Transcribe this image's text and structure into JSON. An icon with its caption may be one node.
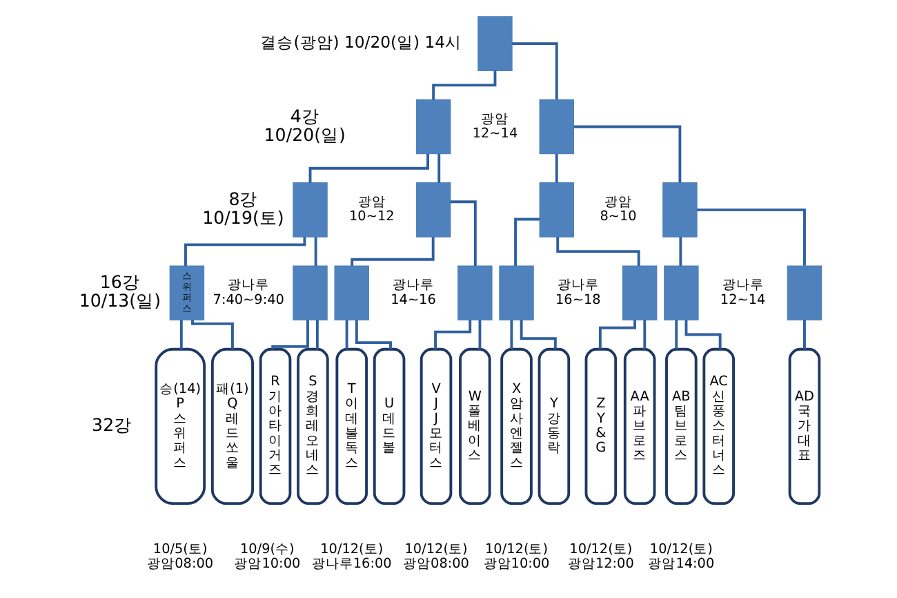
{
  "diagram": {
    "nodes": [
      {
        "text": [],
        "shape": "box",
        "beside": [
          "결승(광암) 10/20(일) 14시"
        ]
      },
      {
        "text": [],
        "shape": "box"
      },
      {
        "text": [],
        "shape": "box"
      },
      {
        "text": [],
        "shape": "box"
      },
      {
        "text": [],
        "shape": "box"
      },
      {
        "text": [],
        "shape": "box"
      },
      {
        "text": [],
        "shape": "box"
      },
      {
        "text": [
          "스위퍼스"
        ]
      },
      {
        "text": [],
        "shape": "box"
      },
      {
        "text": [],
        "shape": "box"
      },
      {
        "text": [],
        "shape": "box"
      },
      {
        "text": [],
        "shape": "box"
      },
      {
        "text": [],
        "shape": "box"
      },
      {
        "text": [],
        "shape": "box"
      },
      {
        "text": [],
        "shape": "box"
      },
      {
        "text": [
          "승(14)",
          "P",
          "스위퍼스"
        ]
      },
      {
        "text": [
          "패(1)",
          "Q",
          "레드쏘울"
        ]
      },
      {
        "text": [
          "R",
          "기아타이거즈"
        ]
      },
      {
        "text": [
          "S",
          "경희레오네스"
        ]
      },
      {
        "text": [
          "T",
          "이데불독스"
        ]
      },
      {
        "text": [
          "U",
          "데드볼"
        ]
      },
      {
        "text": [
          "V",
          "JJ모터스"
        ]
      },
      {
        "text": [
          "W",
          "풀베이스"
        ]
      },
      {
        "text": [
          "X",
          "암사엔젤스"
        ]
      },
      {
        "text": [
          "Y",
          "강동락"
        ]
      },
      {
        "text": [
          "Z",
          "Y&G"
        ]
      },
      {
        "text": [
          "AA",
          "파브로즈"
        ]
      },
      {
        "text": [
          "AB",
          "팀브로스"
        ]
      },
      {
        "text": [
          "AC",
          "신풍스터너스"
        ]
      },
      {
        "text": [
          "AD",
          "국가대표"
        ]
      }
    ],
    "edges": [
      {
        "from": 0,
        "to": 1,
        "arrow": "none"
      },
      {
        "from": 0,
        "to": 2,
        "arrow": "none"
      },
      {
        "from": 1,
        "to": 3,
        "arrow": "none"
      },
      {
        "from": 1,
        "to": 4,
        "arrow": "none"
      },
      {
        "from": 2,
        "to": 5,
        "arrow": "none"
      },
      {
        "from": 2,
        "to": 6,
        "arrow": "none"
      },
      {
        "from": 3,
        "to": 7,
        "arrow": "none"
      },
      {
        "from": 3,
        "to": 8,
        "arrow": "none"
      },
      {
        "from": 4,
        "to": 9,
        "arrow": "none"
      },
      {
        "from": 4,
        "to": 10,
        "arrow": "none"
      },
      {
        "from": 5,
        "to": 11,
        "arrow": "none"
      },
      {
        "from": 5,
        "to": 12,
        "arrow": "none"
      },
      {
        "from": 6,
        "to": 13,
        "arrow": "none"
      },
      {
        "from": 6,
        "to": 14,
        "arrow": "none"
      },
      {
        "from": 7,
        "to": 15,
        "arrow": "none"
      },
      {
        "from": 7,
        "to": 16,
        "arrow": "none"
      },
      {
        "from": 8,
        "to": 17,
        "arrow": "none"
      },
      {
        "from": 8,
        "to": 18,
        "arrow": "none"
      },
      {
        "from": 9,
        "to": 19,
        "arrow": "none"
      },
      {
        "from": 9,
        "to": 20,
        "arrow": "none"
      },
      {
        "from": 10,
        "to": 21,
        "arrow": "none"
      },
      {
        "from": 10,
        "to": 22,
        "arrow": "none"
      },
      {
        "from": 11,
        "to": 23,
        "arrow": "none"
      },
      {
        "from": 11,
        "to": 24,
        "arrow": "none"
      },
      {
        "from": 12,
        "to": 25,
        "arrow": "none"
      },
      {
        "from": 12,
        "to": 26,
        "arrow": "none"
      },
      {
        "from": 13,
        "to": 27,
        "arrow": "none"
      },
      {
        "from": 13,
        "to": 28,
        "arrow": "none"
      },
      {
        "from": 14,
        "to": 29,
        "arrow": "none"
      }
    ],
    "labels": [
      "4강 10/20(일)",
      "광암 12~14",
      "8강 10/19(토)",
      "광암 10~12",
      "광암 8~10",
      "16강 10/13(일)",
      "광나루 7:40~9:40",
      "광나루 14~16",
      "광나루 16~18",
      "광나루 12~14",
      "32강",
      "10/5(토) 광암08:00",
      "10/9(수) 광암10:00",
      "10/12(토) 광나루16:00",
      "10/12(토) 광암08:00",
      "10/12(토) 광암10:00",
      "10/12(토) 광암12:00",
      "10/12(토) 광암14:00"
    ]
  }
}
